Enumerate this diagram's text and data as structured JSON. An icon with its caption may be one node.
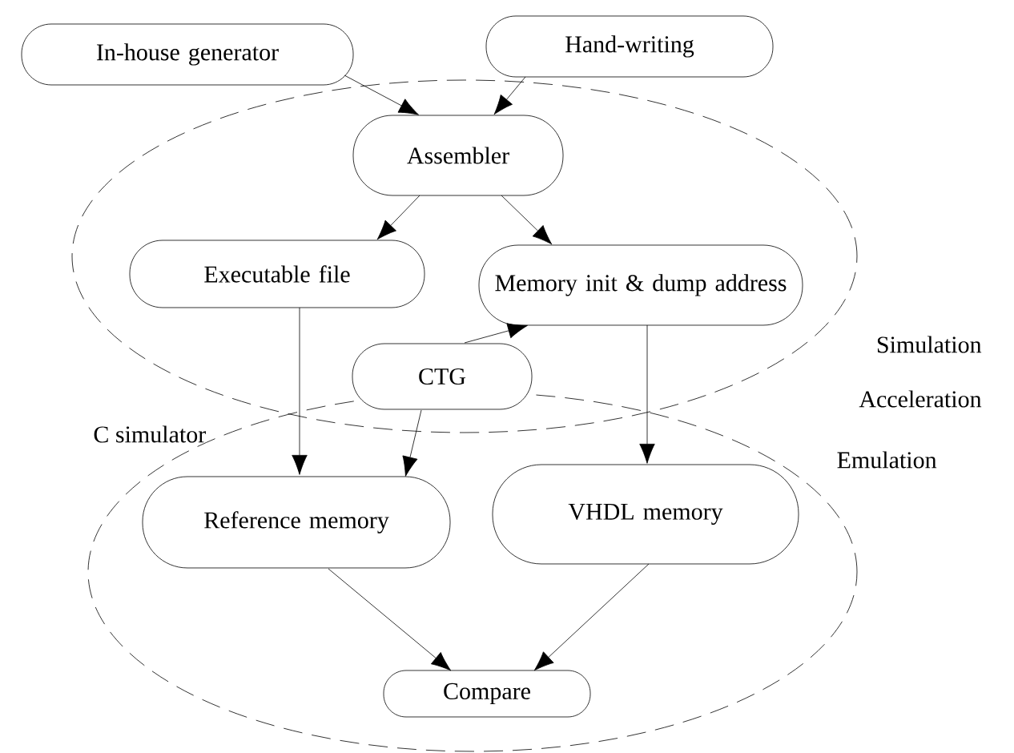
{
  "diagram": {
    "nodes": [
      {
        "text": [
          "In-house generator"
        ]
      },
      {
        "text": [
          "Hand-writing"
        ]
      },
      {
        "text": [
          "Assembler"
        ]
      },
      {
        "text": [
          "Executable file"
        ]
      },
      {
        "text": [
          "Memory init & dump address"
        ]
      },
      {
        "text": [
          "CTG"
        ]
      },
      {
        "text": [
          "Reference memory"
        ]
      },
      {
        "text": [
          "VHDL memory"
        ]
      },
      {
        "text": [
          "Compare"
        ]
      }
    ],
    "edges": [
      {
        "from": 0,
        "to": 2,
        "arrow": "to"
      },
      {
        "from": 1,
        "to": 2,
        "arrow": "to"
      },
      {
        "from": 2,
        "to": 3,
        "arrow": "to"
      },
      {
        "from": 2,
        "to": 4,
        "arrow": "to"
      },
      {
        "from": 5,
        "to": 4,
        "arrow": "to"
      },
      {
        "from": 3,
        "to": 6,
        "arrow": "to"
      },
      {
        "from": 5,
        "to": 6,
        "arrow": "to"
      },
      {
        "from": 4,
        "to": 7,
        "arrow": "to"
      },
      {
        "from": 6,
        "to": 8,
        "arrow": "to"
      },
      {
        "from": 7,
        "to": 8,
        "arrow": "to"
      }
    ],
    "labels": [
      "Simulation",
      "Acceleration",
      "C simulator",
      "Emulation"
    ]
  }
}
